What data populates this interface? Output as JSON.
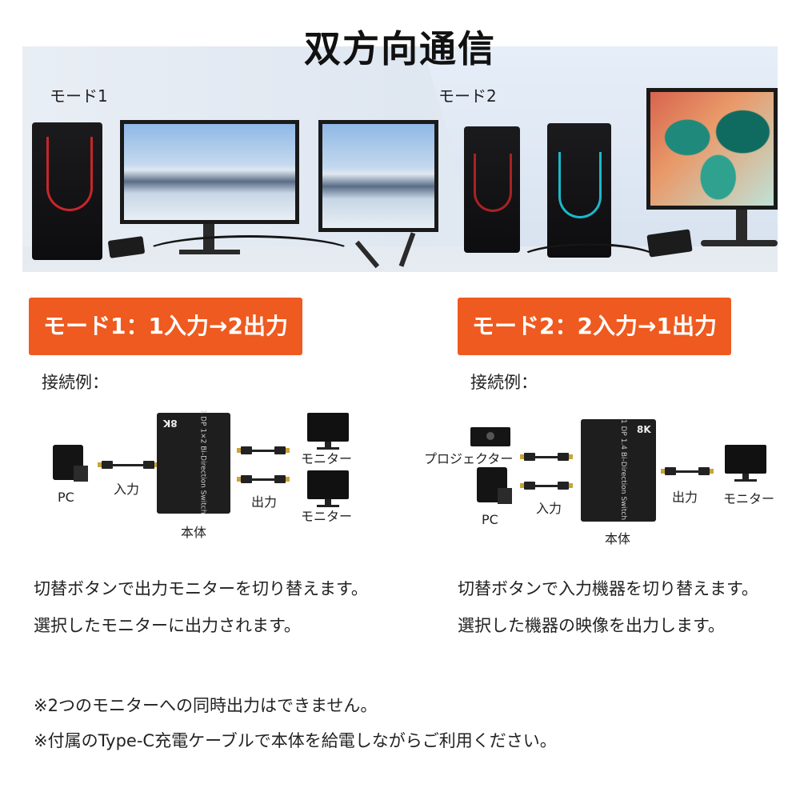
{
  "title": "双方向通信",
  "photo": {
    "mode1_label": "モード1",
    "mode2_label": "モード2"
  },
  "mode1": {
    "button": "モード1：1入力→2出力",
    "example_label": "接続例：",
    "pc_label": "PC",
    "input_label": "入力",
    "output_label": "出力",
    "body_label": "本体",
    "monitor1_label": "モニター",
    "monitor2_label": "モニター",
    "device_mark": "8K",
    "device_text": "1 DP 1×2 Bi-Direction Switch",
    "desc1": "切替ボタンで出力モニターを切り替えます。",
    "desc2": "選択したモニターに出力されます。"
  },
  "mode2": {
    "button": "モード2：2入力→1出力",
    "example_label": "接続例：",
    "projector_label": "プロジェクター",
    "pc_label": "PC",
    "input_label": "入力",
    "output_label": "出力",
    "body_label": "本体",
    "monitor_label": "モニター",
    "device_mark": "8K",
    "device_text": "1 DP 1.4 Bi-Direction Switch",
    "desc1": "切替ボタンで入力機器を切り替えます。",
    "desc2": "選択した機器の映像を出力します。"
  },
  "notes": {
    "note1": "※2つのモニターへの同時出力はできません。",
    "note2": "※付属のType-C充電ケーブルで本体を給電しながらご利用ください。"
  },
  "colors": {
    "accent": "#ee5a1f"
  }
}
